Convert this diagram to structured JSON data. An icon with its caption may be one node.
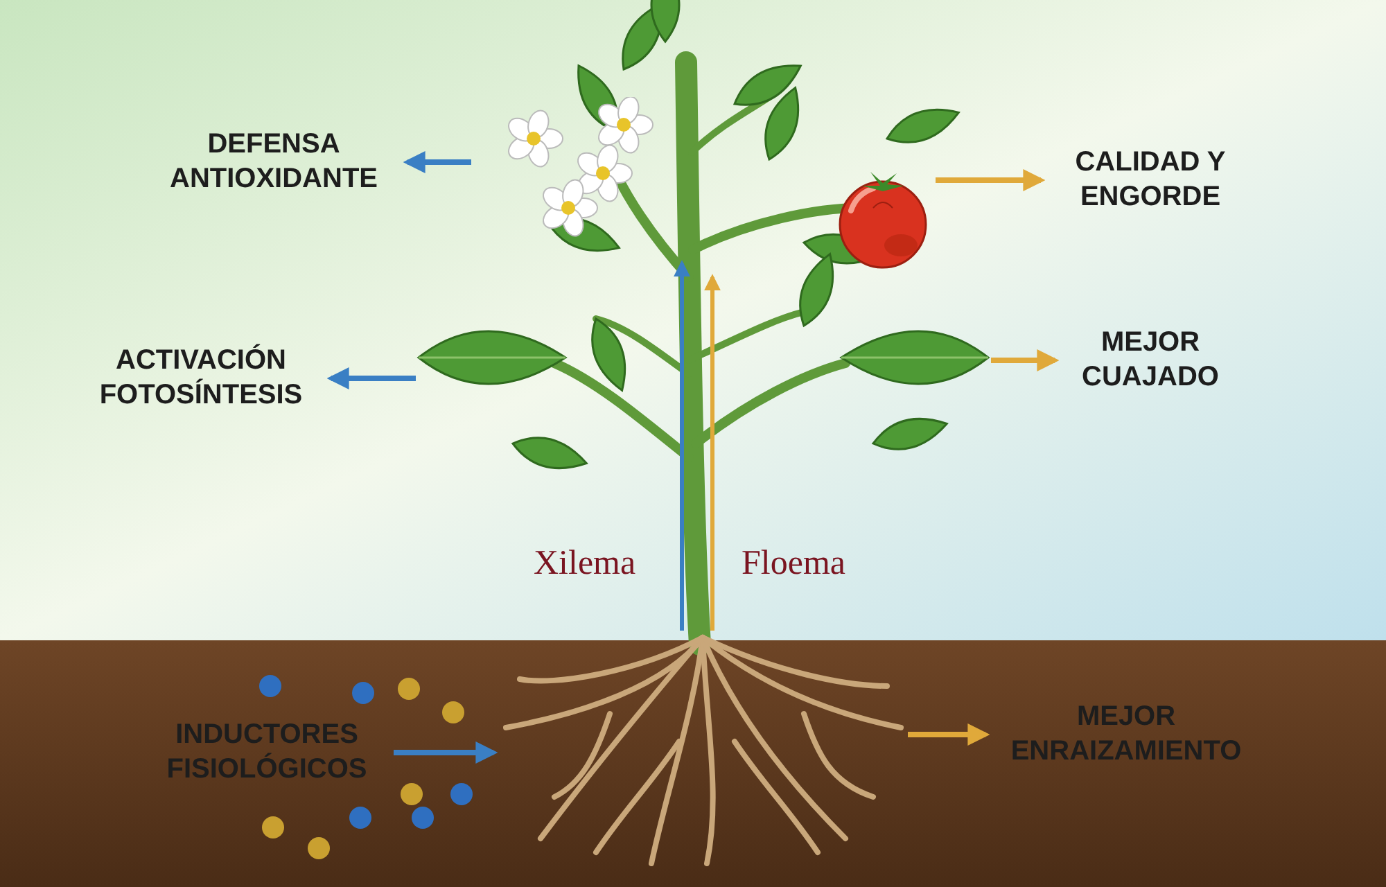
{
  "diagram": {
    "nodes": [
      {
        "text": [
          "DEFENSA ANTIOXIDANTE"
        ]
      },
      {
        "text": [],
        "shape": "picture"
      },
      {
        "text": [
          "CALIDAD Y ENGORDE"
        ]
      },
      {
        "text": [],
        "shape": "picture"
      },
      {
        "text": [
          "ACTIVACIÓN FOTOSÍNTESIS"
        ]
      },
      {
        "text": [],
        "shape": "picture"
      },
      {
        "text": [
          "MEJOR CUAJADO"
        ]
      },
      {
        "text": [],
        "shape": "picture"
      },
      {
        "text": [
          "INDUCTORES FISIOLÓGICOS"
        ]
      },
      {
        "text": [],
        "shape": "picture"
      },
      {
        "text": [
          "MEJOR ENRAIZAMIENTO"
        ]
      }
    ],
    "edges": [
      {
        "from": 1,
        "to": 0,
        "arrow": "to",
        "color": "#3a7fc4"
      },
      {
        "from": 3,
        "to": 2,
        "arrow": "to",
        "color": "#e0a93a"
      },
      {
        "from": 5,
        "to": 4,
        "arrow": "to",
        "color": "#3a7fc4"
      },
      {
        "from": 7,
        "to": 6,
        "arrow": "to",
        "color": "#e0a93a"
      },
      {
        "from": 8,
        "to": 9,
        "arrow": "to",
        "color": "#3a7fc4"
      },
      {
        "from": 9,
        "to": 10,
        "arrow": "to",
        "color": "#e0a93a"
      }
    ],
    "labels": [
      "Xilema",
      "Floema"
    ]
  }
}
